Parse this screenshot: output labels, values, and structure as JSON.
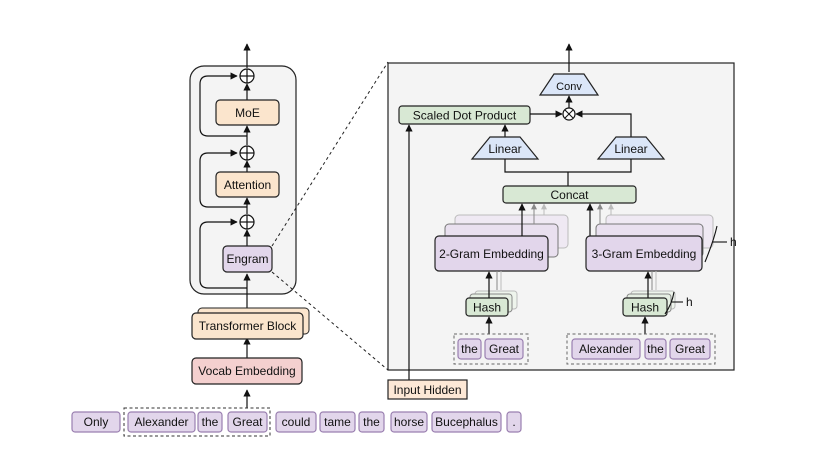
{
  "colors": {
    "orange_fill": "#fbe5cd",
    "red_fill": "#f4d0cf",
    "purple_fill": "#e2d6eb",
    "purple_stroke": "#9a7fb0",
    "green_fill": "#d8e8d4",
    "blue_fill": "#dbe6f8",
    "panel_fill": "#f4f4f4",
    "input_hidden_fill": "#fde8d6"
  },
  "left": {
    "moe": "MoE",
    "attention": "Attention",
    "engram": "Engram",
    "transformer_block": "Transformer Block",
    "vocab_embedding": "Vocab Embedding"
  },
  "tokens": [
    "Only",
    "Alexander",
    "the",
    "Great",
    "could",
    "tame",
    "the",
    "horse",
    "Bucephalus",
    "."
  ],
  "right": {
    "conv": "Conv",
    "scaled_dot_product": "Scaled Dot Product",
    "linear_left": "Linear",
    "linear_right": "Linear",
    "concat": "Concat",
    "two_gram": "2-Gram Embedding",
    "three_gram": "3-Gram Embedding",
    "hash_left": "Hash",
    "hash_right": "Hash",
    "h_label_embed": "h",
    "h_label_hash": "h",
    "two_gram_tokens": [
      "the",
      "Great"
    ],
    "three_gram_tokens": [
      "Alexander",
      "the",
      "Great"
    ],
    "input_hidden": "Input Hidden"
  }
}
